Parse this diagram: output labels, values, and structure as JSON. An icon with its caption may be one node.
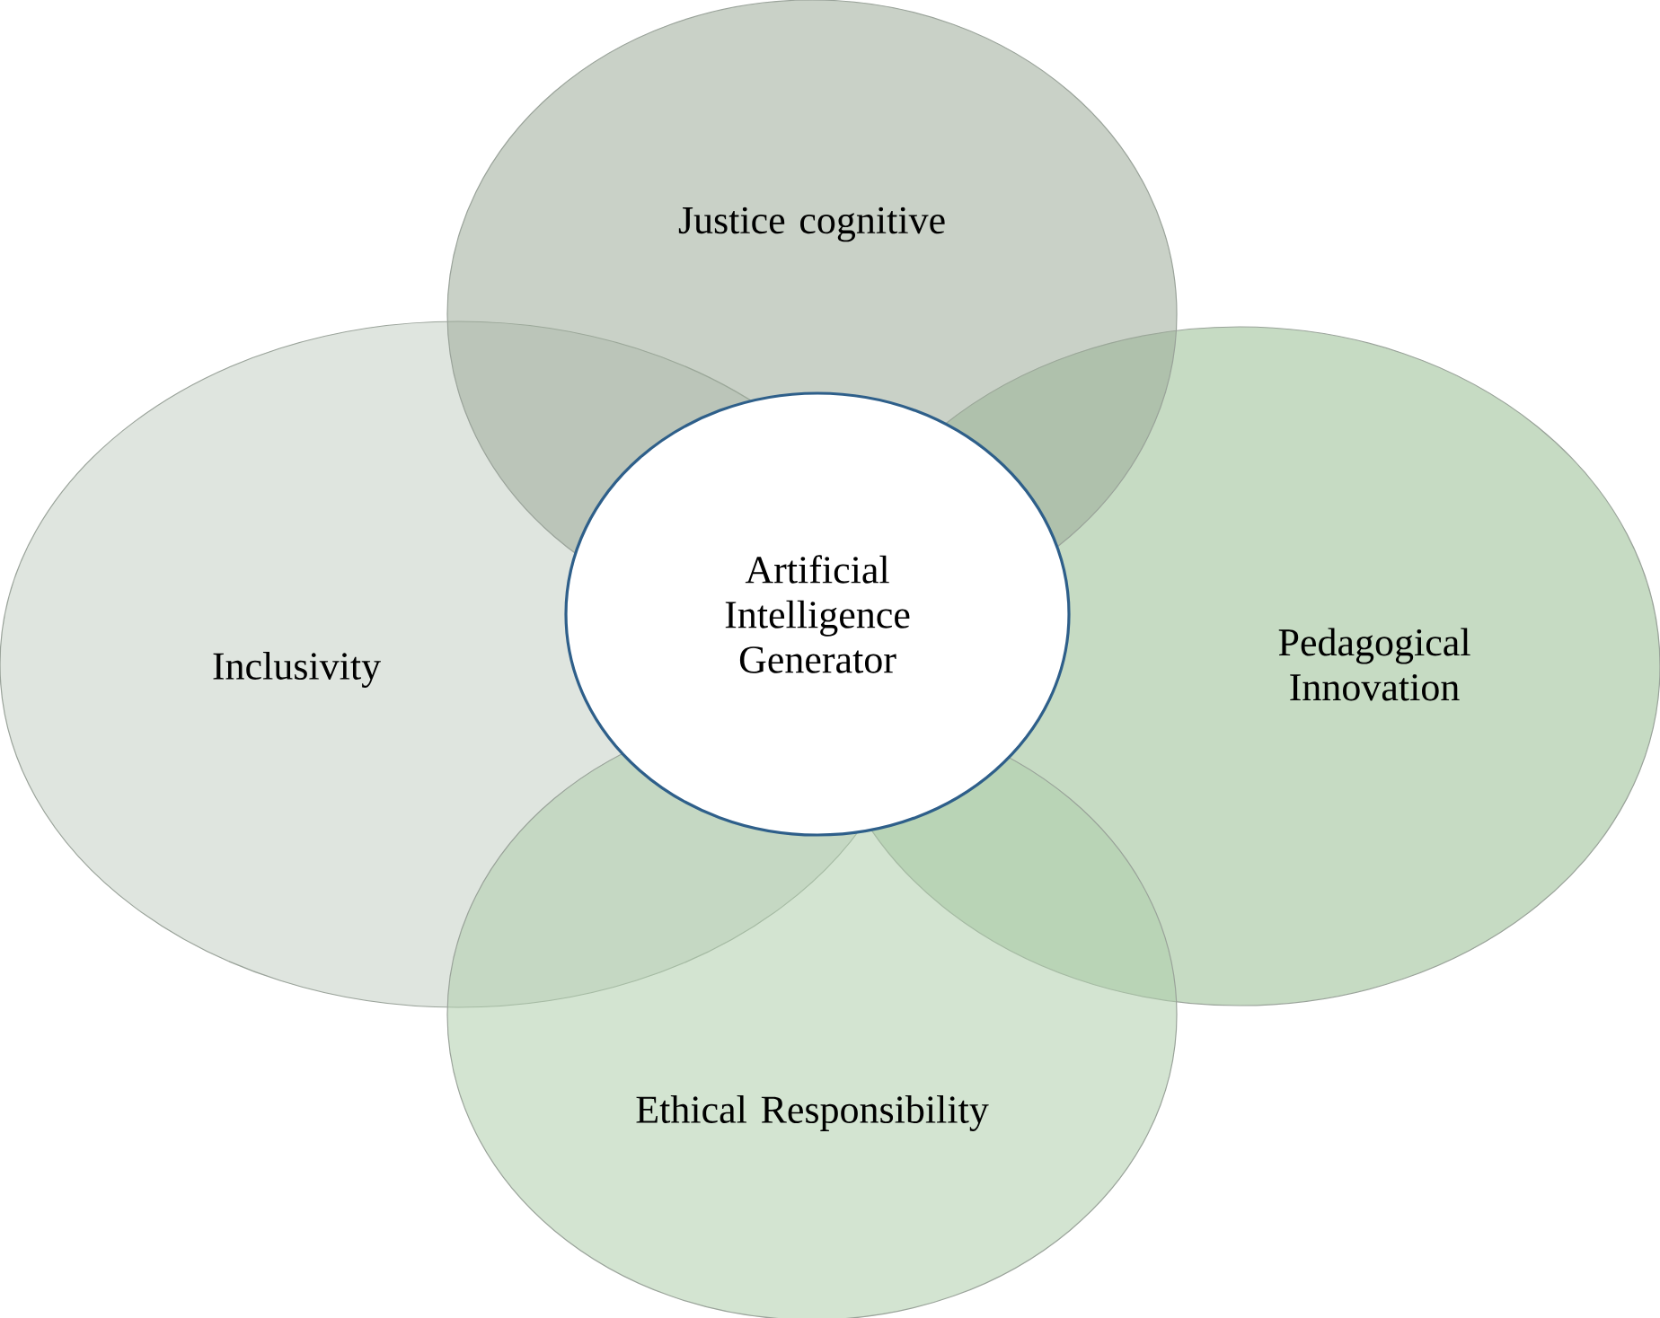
{
  "diagram": {
    "nodes": [
      {
        "text": [
          "Justice cognitive"
        ]
      },
      {
        "text": [
          "Inclusivity"
        ]
      },
      {
        "text": [
          "Pedagogical Innovation"
        ]
      },
      {
        "text": [
          "Ethical Responsibility"
        ]
      },
      {
        "text": [
          "Artificial Intelligence Generator"
        ]
      }
    ]
  }
}
